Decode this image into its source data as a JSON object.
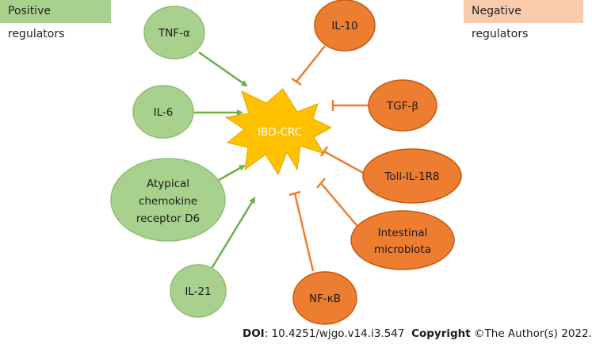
{
  "legend": {
    "positive": "Positive regulators",
    "negative": "Negative regulators"
  },
  "center": {
    "label": "IBD-CRC"
  },
  "positive_regulators": [
    {
      "id": "tnf",
      "label_lines": [
        "TNF-α"
      ]
    },
    {
      "id": "il6",
      "label_lines": [
        "IL-6"
      ]
    },
    {
      "id": "d6",
      "label_lines": [
        "Atypical",
        "chemokine",
        "receptor D6"
      ]
    },
    {
      "id": "il21",
      "label_lines": [
        "IL-21"
      ]
    }
  ],
  "negative_regulators": [
    {
      "id": "il10",
      "label_lines": [
        "IL-10"
      ]
    },
    {
      "id": "tgfb",
      "label_lines": [
        "TGF-β"
      ]
    },
    {
      "id": "toll",
      "label_lines": [
        "Toll-IL-1R8"
      ]
    },
    {
      "id": "microbiota",
      "label_lines": [
        "Intestinal",
        "microbiota"
      ]
    },
    {
      "id": "nfkb",
      "label_lines": [
        "NF-κB"
      ]
    }
  ],
  "colors": {
    "positive_fill": "#a9d18e",
    "positive_stroke": "#8fbc71",
    "positive_arrow": "#70ad47",
    "negative_fill": "#ed7d31",
    "negative_stroke": "#c55a11",
    "center_fill": "#ffc000"
  },
  "footer": {
    "doi_label": "DOI",
    "doi_value": ": 10.4251/wjgo.v14.i3.547",
    "copyright_label": "Copyright",
    "copyright_value": " ©The Author(s) 2022."
  }
}
